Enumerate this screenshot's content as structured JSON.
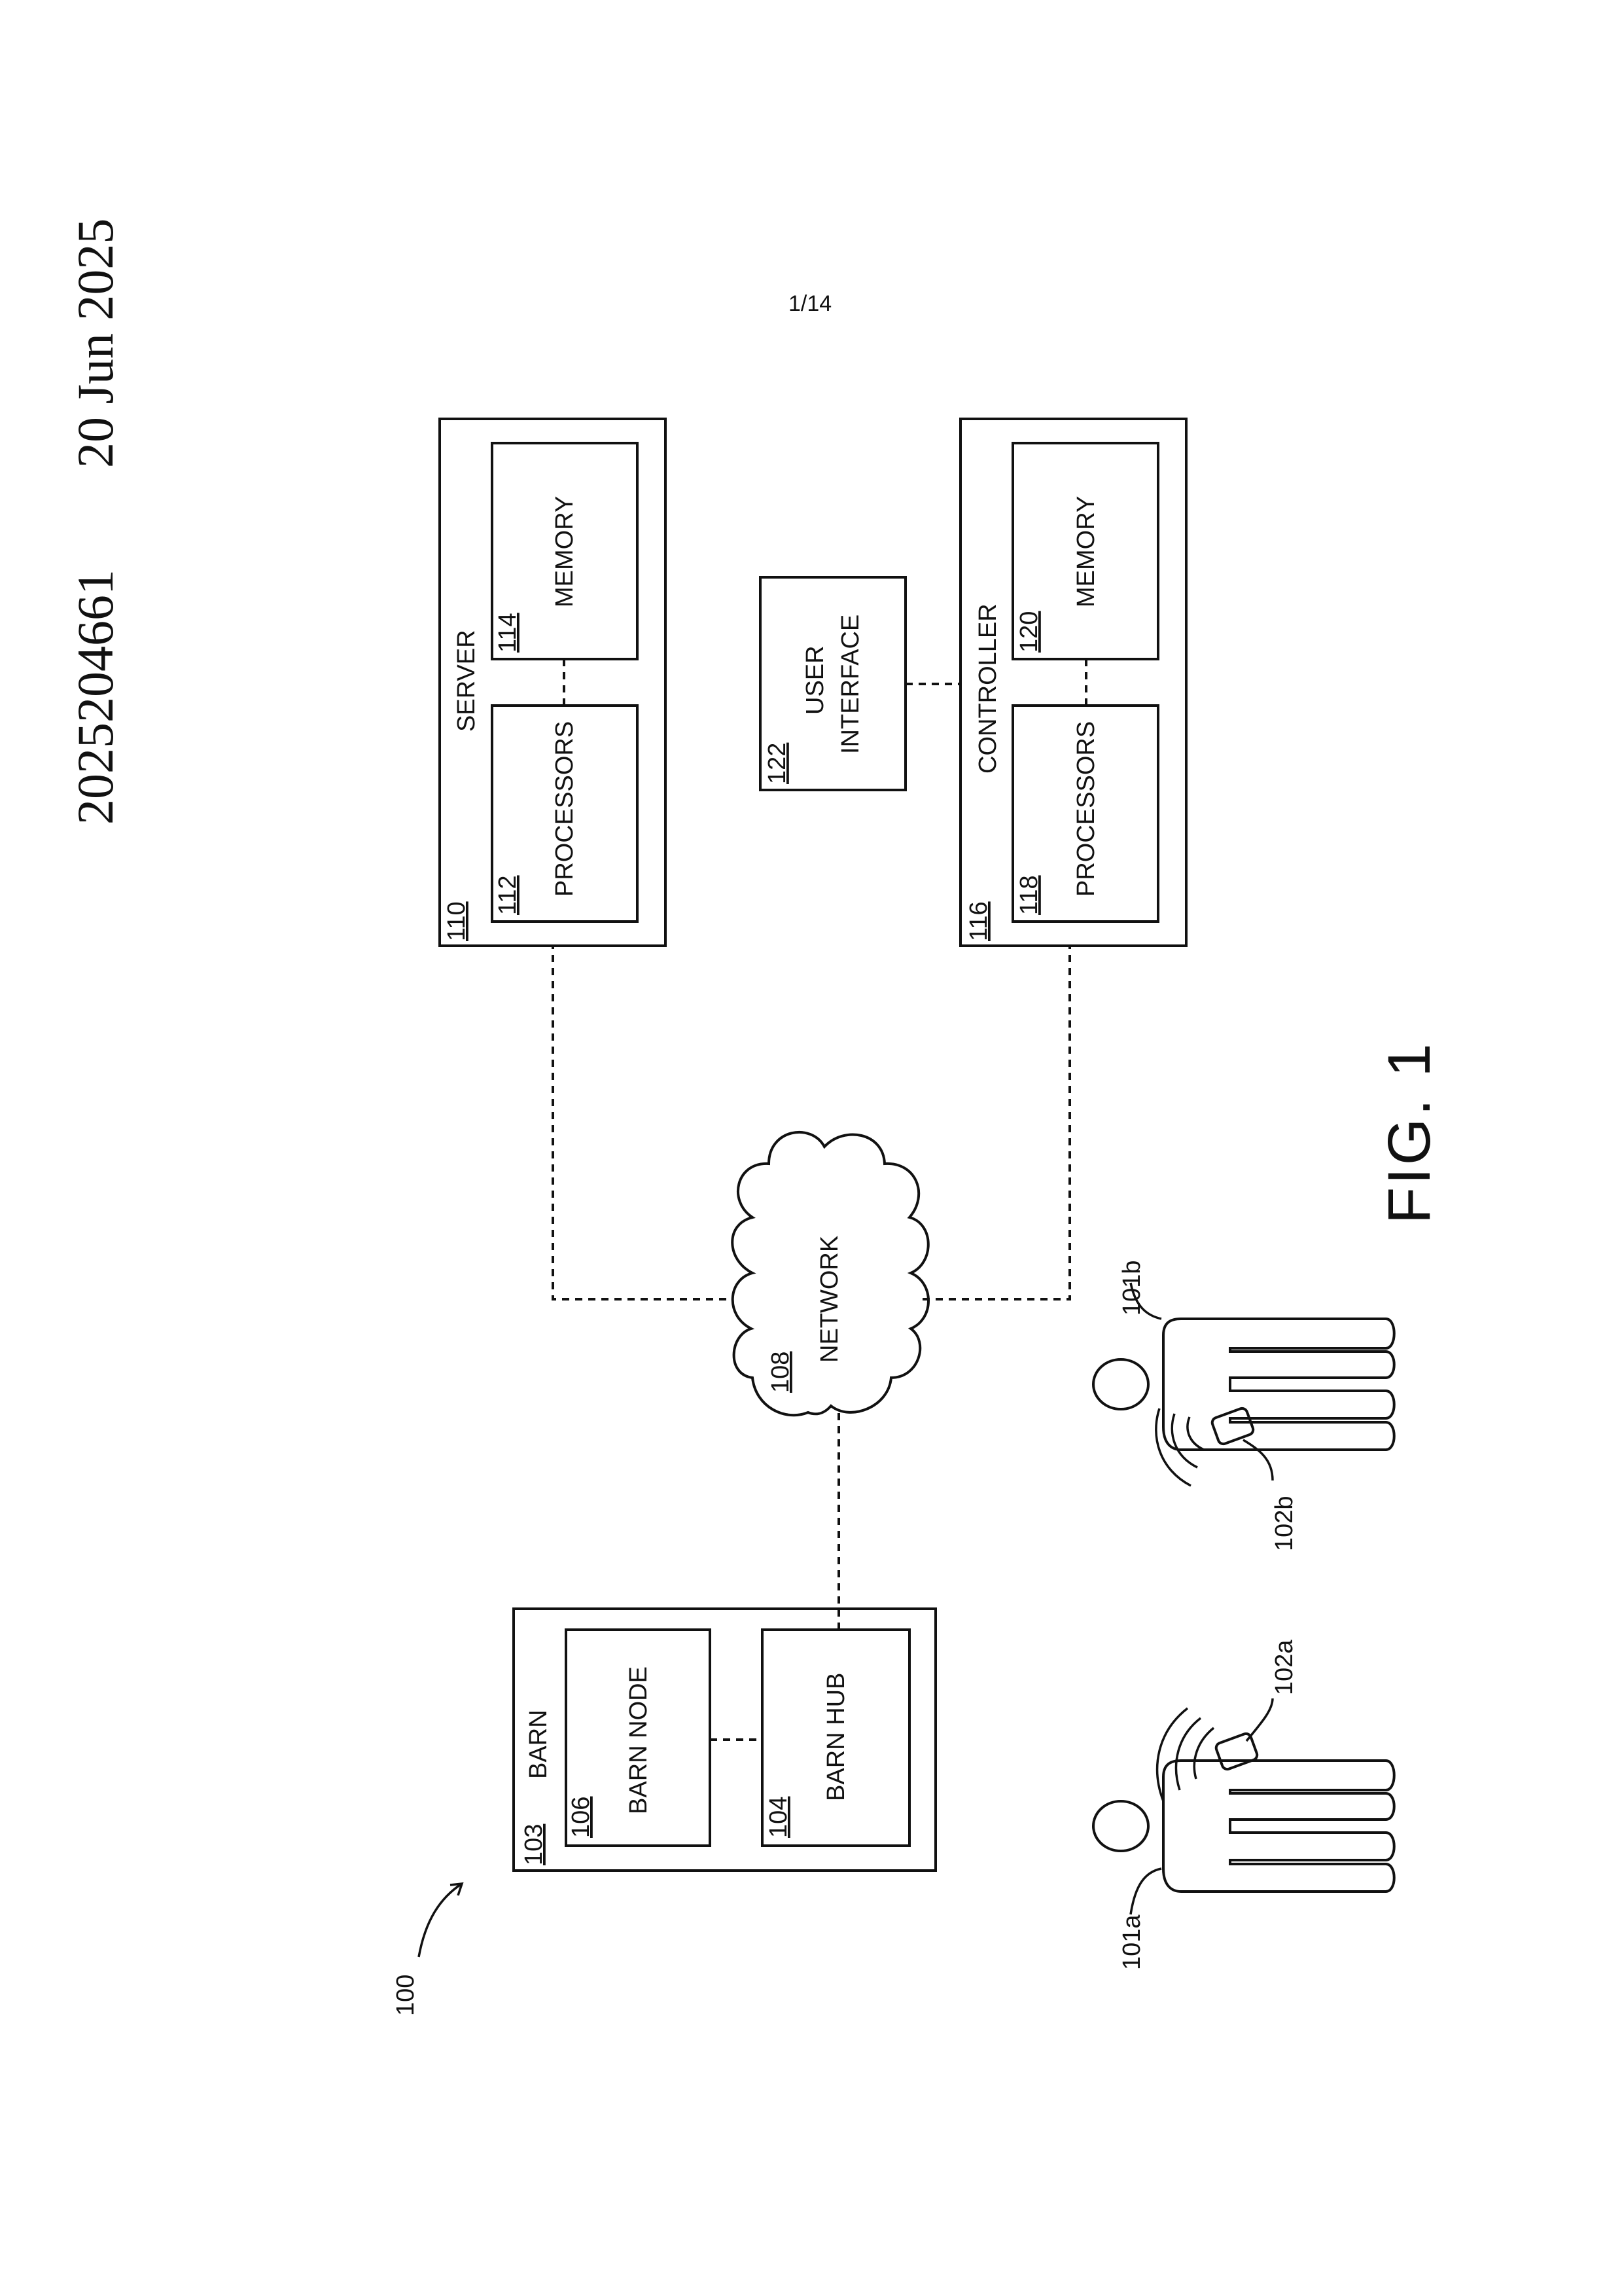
{
  "header": {
    "application_number": "2025204661",
    "date": "20 Jun 2025",
    "sheet": "1/14"
  },
  "figure": {
    "label": "FIG. 1",
    "system_ref": "100"
  },
  "barn": {
    "ref": "103",
    "title": "BARN"
  },
  "barn_node": {
    "ref": "106",
    "label": "BARN NODE"
  },
  "barn_hub": {
    "ref": "104",
    "label": "BARN HUB"
  },
  "network": {
    "ref": "108",
    "label": "NETWORK"
  },
  "server": {
    "ref": "110",
    "title": "SERVER"
  },
  "server_processors": {
    "ref": "112",
    "label": "PROCESSORS"
  },
  "server_memory": {
    "ref": "114",
    "label": "MEMORY"
  },
  "user_interface": {
    "ref": "122",
    "line1": "USER",
    "line2": "INTERFACE"
  },
  "controller": {
    "ref": "116",
    "title": "CONTROLLER"
  },
  "controller_processors": {
    "ref": "118",
    "label": "PROCESSORS"
  },
  "controller_memory": {
    "ref": "120",
    "label": "MEMORY"
  },
  "people": [
    {
      "person_ref": "101a",
      "device_ref": "102a"
    },
    {
      "person_ref": "101b",
      "device_ref": "102b"
    }
  ]
}
